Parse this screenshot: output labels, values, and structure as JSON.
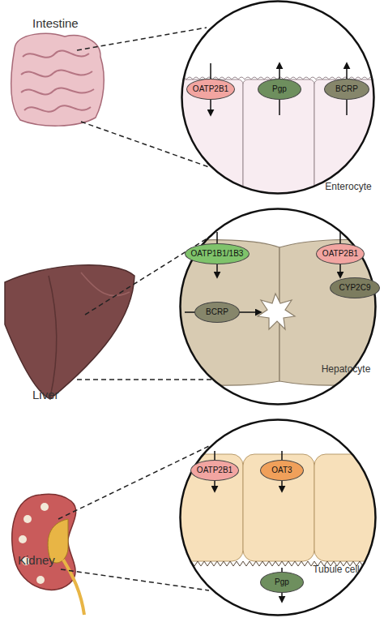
{
  "diagram": {
    "nodes": [
      {
        "text": [
          "Enterocyte"
        ]
      },
      {
        "text": [
          "OATP2B1"
        ],
        "in": 0
      },
      {
        "text": [
          "Pgp"
        ],
        "in": 0
      },
      {
        "text": [
          "BCRP"
        ],
        "in": 0
      },
      {
        "text": [
          "Hepatocyte"
        ]
      },
      {
        "text": [
          "OATP1B1/1B3"
        ],
        "in": 4
      },
      {
        "text": [
          "OATP2B1"
        ],
        "in": 4
      },
      {
        "text": [
          "BCRP"
        ],
        "in": 4
      },
      {
        "text": [
          "CYP2C9"
        ],
        "in": 4
      },
      {
        "text": [
          "Tubule cell"
        ]
      },
      {
        "text": [
          "OATP2B1"
        ],
        "in": 9
      },
      {
        "text": [
          "OAT3"
        ],
        "in": 9
      },
      {
        "text": [
          "Pgp"
        ],
        "in": 9
      }
    ],
    "labels": [
      "Intestine",
      "Liver",
      "Kidney"
    ]
  }
}
